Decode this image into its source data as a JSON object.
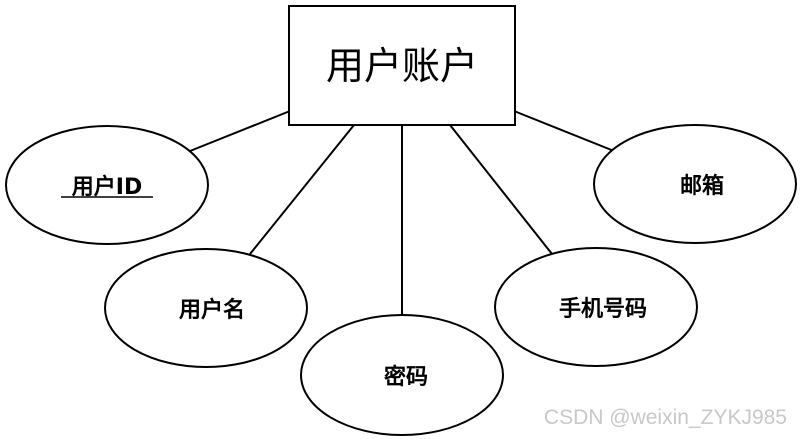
{
  "entity": {
    "name": "用户账户"
  },
  "attributes": [
    {
      "label": "用户ID",
      "primary_key": true
    },
    {
      "label": "用户名",
      "primary_key": false
    },
    {
      "label": "密码",
      "primary_key": false
    },
    {
      "label": "手机号码",
      "primary_key": false
    },
    {
      "label": "邮箱",
      "primary_key": false
    }
  ],
  "watermark": "CSDN @weixin_ZYKJ985"
}
